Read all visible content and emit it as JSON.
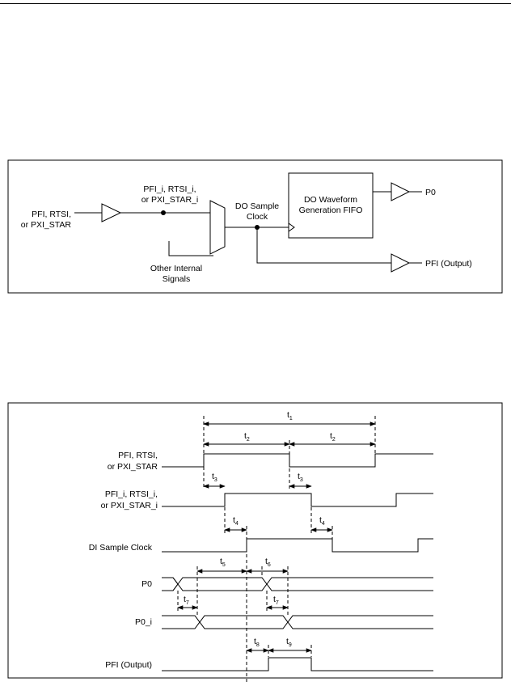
{
  "block_diagram": {
    "input_label": [
      "PFI, RTSI,",
      "or PXI_STAR"
    ],
    "internal_label": [
      "PFI_i, RTSI_i,",
      "or PXI_STAR_i"
    ],
    "other_label": [
      "Other Internal",
      "Signals"
    ],
    "clock_label": [
      "DO Sample",
      "Clock"
    ],
    "fifo_label": [
      "DO Waveform",
      "Generation FIFO"
    ],
    "p0_out": "P0",
    "pfi_out": "PFI (Output)"
  },
  "timing_diagram": {
    "signals": [
      "PFI, RTSI,",
      "or PXI_STAR",
      "PFI_i, RTSI_i,",
      "or PXI_STAR_i",
      "DI Sample Clock",
      "P0",
      "P0_i",
      "PFI (Output)"
    ],
    "timing_params": [
      {
        "name": "t",
        "sub": "1"
      },
      {
        "name": "t",
        "sub": "2"
      },
      {
        "name": "t",
        "sub": "2"
      },
      {
        "name": "t",
        "sub": "3"
      },
      {
        "name": "t",
        "sub": "3"
      },
      {
        "name": "t",
        "sub": "4"
      },
      {
        "name": "t",
        "sub": "4"
      },
      {
        "name": "t",
        "sub": "5"
      },
      {
        "name": "t",
        "sub": "6"
      },
      {
        "name": "t",
        "sub": "7"
      },
      {
        "name": "t",
        "sub": "7"
      },
      {
        "name": "t",
        "sub": "8"
      },
      {
        "name": "t",
        "sub": "9"
      }
    ]
  }
}
